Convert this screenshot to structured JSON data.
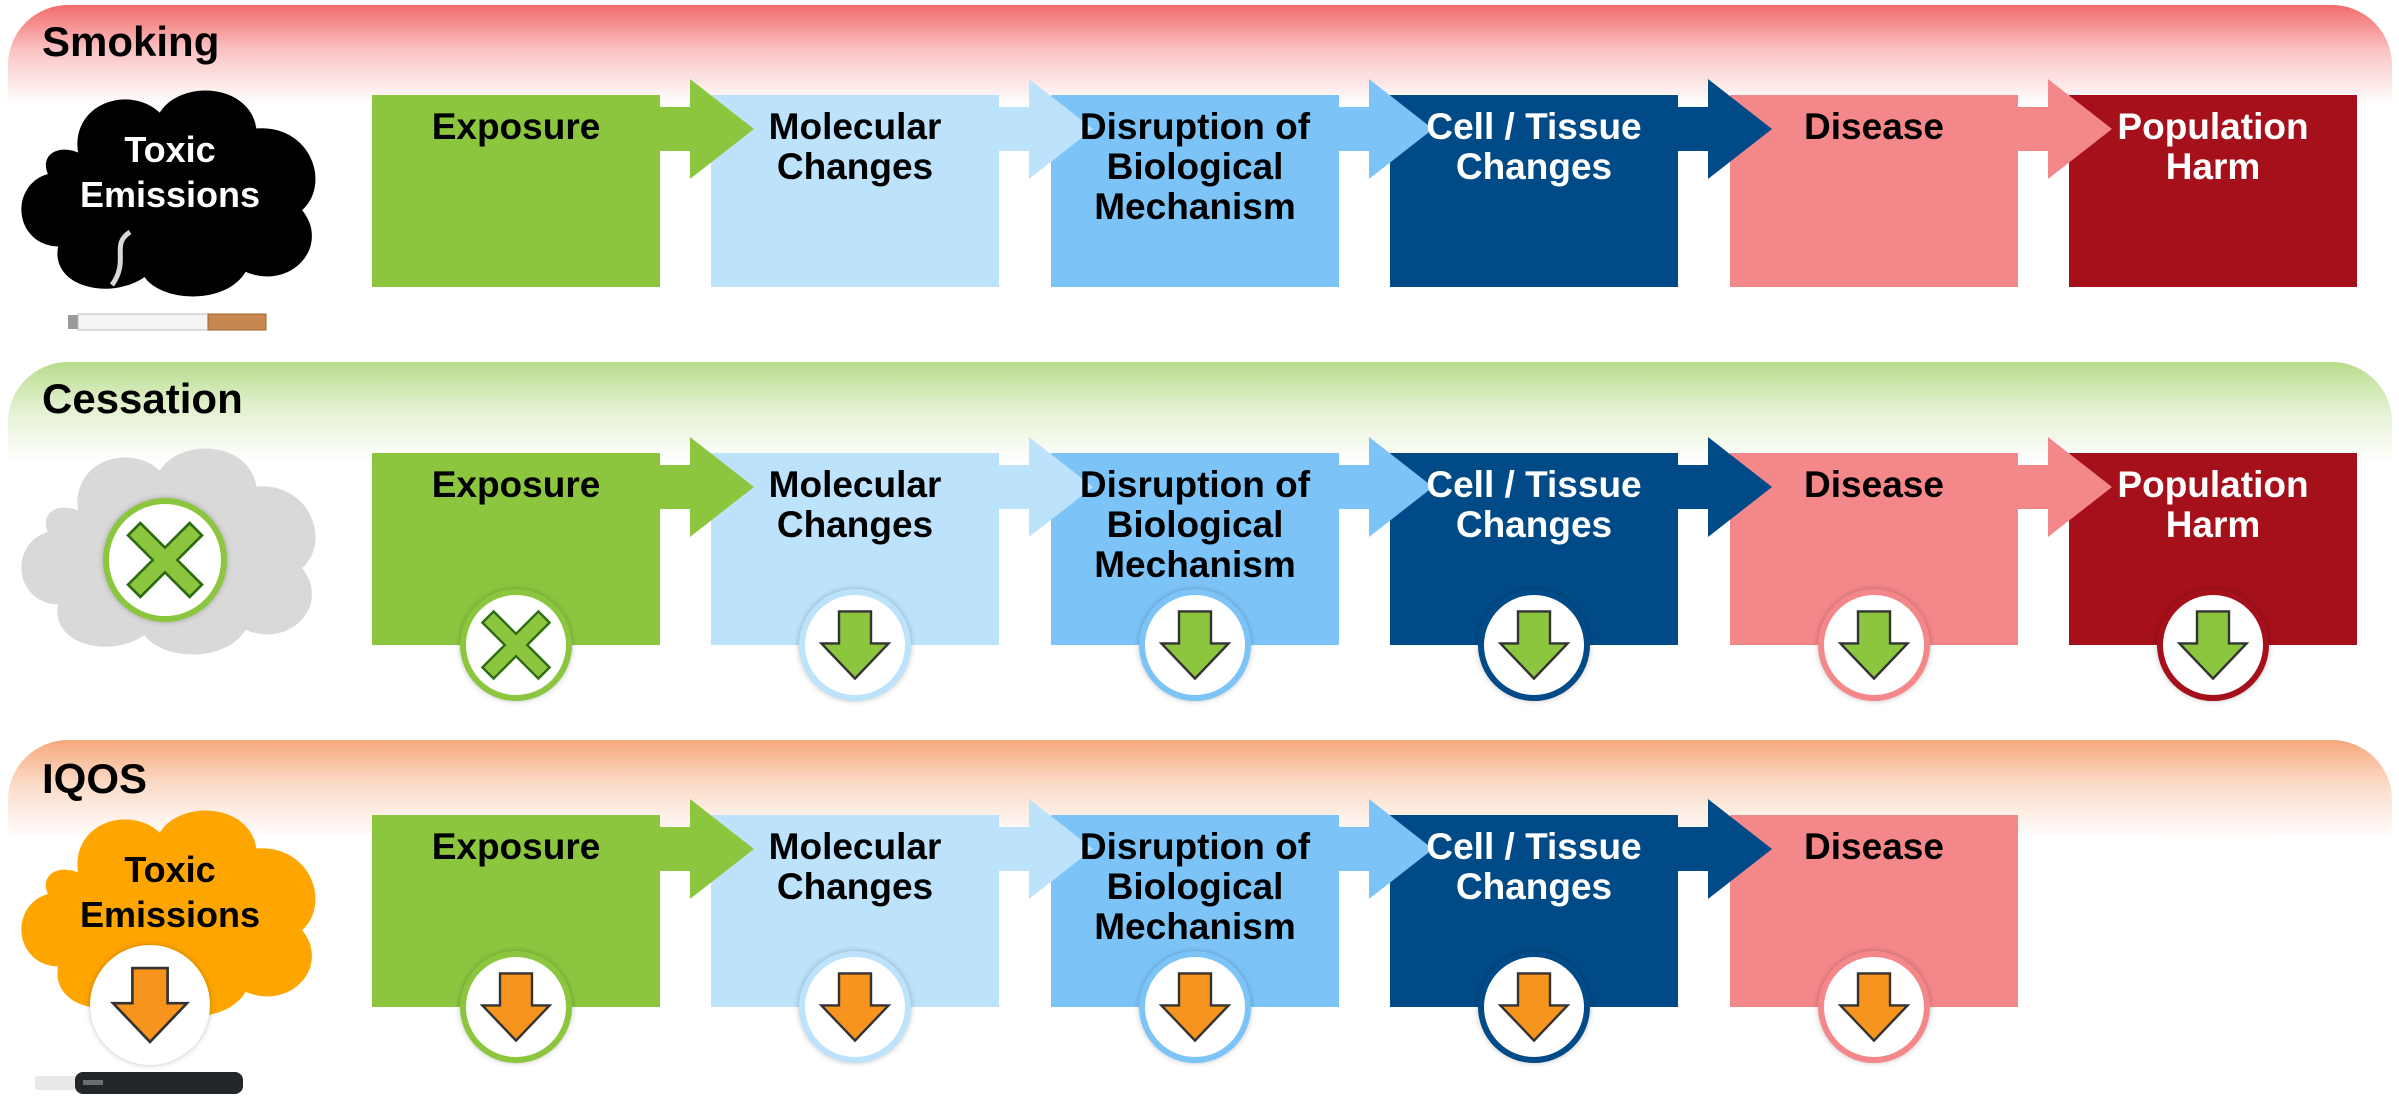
{
  "colors": {
    "exposure": "#8cc63f",
    "molecular": "#bde2fb",
    "disruption": "#7cc4f8",
    "cell": "#004b87",
    "disease": "#f4878a",
    "population": "#a6101a",
    "decrease_arrow": "#f7941d",
    "eliminate_green": "#8cc63f"
  },
  "rows": [
    {
      "key": "smoking",
      "title": "Smoking",
      "emitter": {
        "text": "Toxic\nEmissions",
        "icon": "cigarette-icon"
      },
      "steps": [
        {
          "label": "Exposure",
          "color_key": "exposure",
          "text_color": "#000000"
        },
        {
          "label": "Molecular\nChanges",
          "color_key": "molecular",
          "text_color": "#000000"
        },
        {
          "label": "Disruption of\nBiological\nMechanism",
          "color_key": "disruption",
          "text_color": "#000000"
        },
        {
          "label": "Cell / Tissue\nChanges",
          "color_key": "cell",
          "text_color": "#ffffff"
        },
        {
          "label": "Disease",
          "color_key": "disease",
          "text_color": "#000000"
        },
        {
          "label": "Population\nHarm",
          "color_key": "population",
          "text_color": "#ffffff"
        }
      ]
    },
    {
      "key": "cessation",
      "title": "Cessation",
      "emitter": {
        "text": "",
        "icon": "x-mark-icon"
      },
      "steps": [
        {
          "label": "Exposure",
          "color_key": "exposure",
          "text_color": "#000000",
          "badge": "x-mark-icon"
        },
        {
          "label": "Molecular\nChanges",
          "color_key": "molecular",
          "text_color": "#000000",
          "badge": "green-down-arrow-icon"
        },
        {
          "label": "Disruption of\nBiological\nMechanism",
          "color_key": "disruption",
          "text_color": "#000000",
          "badge": "green-down-arrow-icon"
        },
        {
          "label": "Cell / Tissue\nChanges",
          "color_key": "cell",
          "text_color": "#ffffff",
          "badge": "green-down-arrow-icon"
        },
        {
          "label": "Disease",
          "color_key": "disease",
          "text_color": "#000000",
          "badge": "green-down-arrow-icon"
        },
        {
          "label": "Population\nHarm",
          "color_key": "population",
          "text_color": "#ffffff",
          "badge": "green-down-arrow-icon"
        }
      ]
    },
    {
      "key": "iqos",
      "title": "IQOS",
      "emitter": {
        "text": "Toxic\nEmissions",
        "icon": "orange-down-arrow-icon",
        "device_icon": "heated-tobacco-device-icon"
      },
      "steps": [
        {
          "label": "Exposure",
          "color_key": "exposure",
          "text_color": "#000000",
          "badge": "orange-down-arrow-icon"
        },
        {
          "label": "Molecular\nChanges",
          "color_key": "molecular",
          "text_color": "#000000",
          "badge": "orange-down-arrow-icon"
        },
        {
          "label": "Disruption of\nBiological\nMechanism",
          "color_key": "disruption",
          "text_color": "#000000",
          "badge": "orange-down-arrow-icon"
        },
        {
          "label": "Cell / Tissue\nChanges",
          "color_key": "cell",
          "text_color": "#ffffff",
          "badge": "orange-down-arrow-icon"
        },
        {
          "label": "Disease",
          "color_key": "disease",
          "text_color": "#000000",
          "badge": "orange-down-arrow-icon"
        }
      ]
    }
  ]
}
